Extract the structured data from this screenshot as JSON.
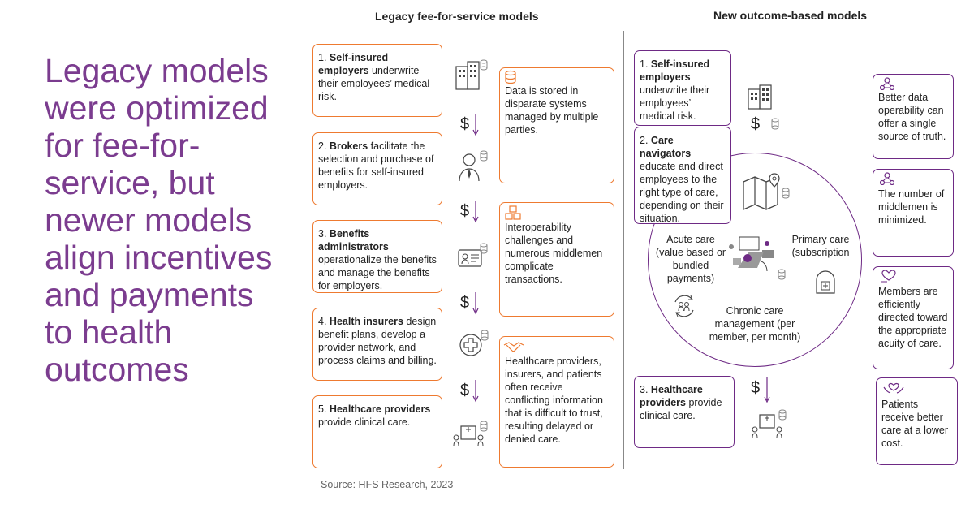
{
  "headline": "Legacy models were optimized for fee-for-service, but newer models align incentives and payments to health outcomes",
  "legacy_title": "Legacy fee-for-service models",
  "new_title": "New outcome-based models",
  "legacy_steps": [
    {
      "num": "1.",
      "bold": "Self-insured employers",
      "text": " underwrite their employees’ medical risk."
    },
    {
      "num": "2.",
      "bold": "Brokers",
      "text": " facilitate the selection and purchase of benefits for self-insured employers."
    },
    {
      "num": "3.",
      "bold": "Benefits administrators",
      "text": " operationalize the benefits and manage the benefits for employers."
    },
    {
      "num": "4.",
      "bold": "Health insurers",
      "text": " design benefit plans, develop a provider network, and process claims and billing."
    },
    {
      "num": "5.",
      "bold": "Healthcare providers",
      "text": " provide clinical care."
    }
  ],
  "legacy_issues": [
    "Data is stored in disparate systems managed by multiple parties.",
    "Interoperability challenges and numerous middlemen complicate transactions.",
    "Healthcare providers, insurers, and patients often receive conflicting information that is difficult to trust, resulting delayed or denied care."
  ],
  "new_steps": [
    {
      "num": "1.",
      "bold": "Self-insured employers",
      "text": " underwrite their employees’ medical risk."
    },
    {
      "num": "2.",
      "bold": "Care navigators",
      "text": " educate and direct employees to the right type of care, depending on their situation."
    },
    {
      "num": "3.",
      "bold": "Healthcare providers",
      "text": " provide clinical care."
    }
  ],
  "care_types": {
    "acute": "Acute care (value based or bundled payments)",
    "primary": "Primary care (subscription",
    "chronic": "Chronic care management (per member, per month)"
  },
  "benefits": [
    "Better data operability can offer a single source of truth.",
    "The number of middlemen is minimized.",
    "Members are efficiently directed toward the appropriate acuity of care.",
    "Patients receive better care at a lower cost."
  ],
  "dollar_sign": "$",
  "source": "Source: HFS Research, 2023",
  "colors": {
    "purple": "#7b3c8f",
    "orange": "#ee7a30",
    "dark_purple": "#6e2a85"
  }
}
